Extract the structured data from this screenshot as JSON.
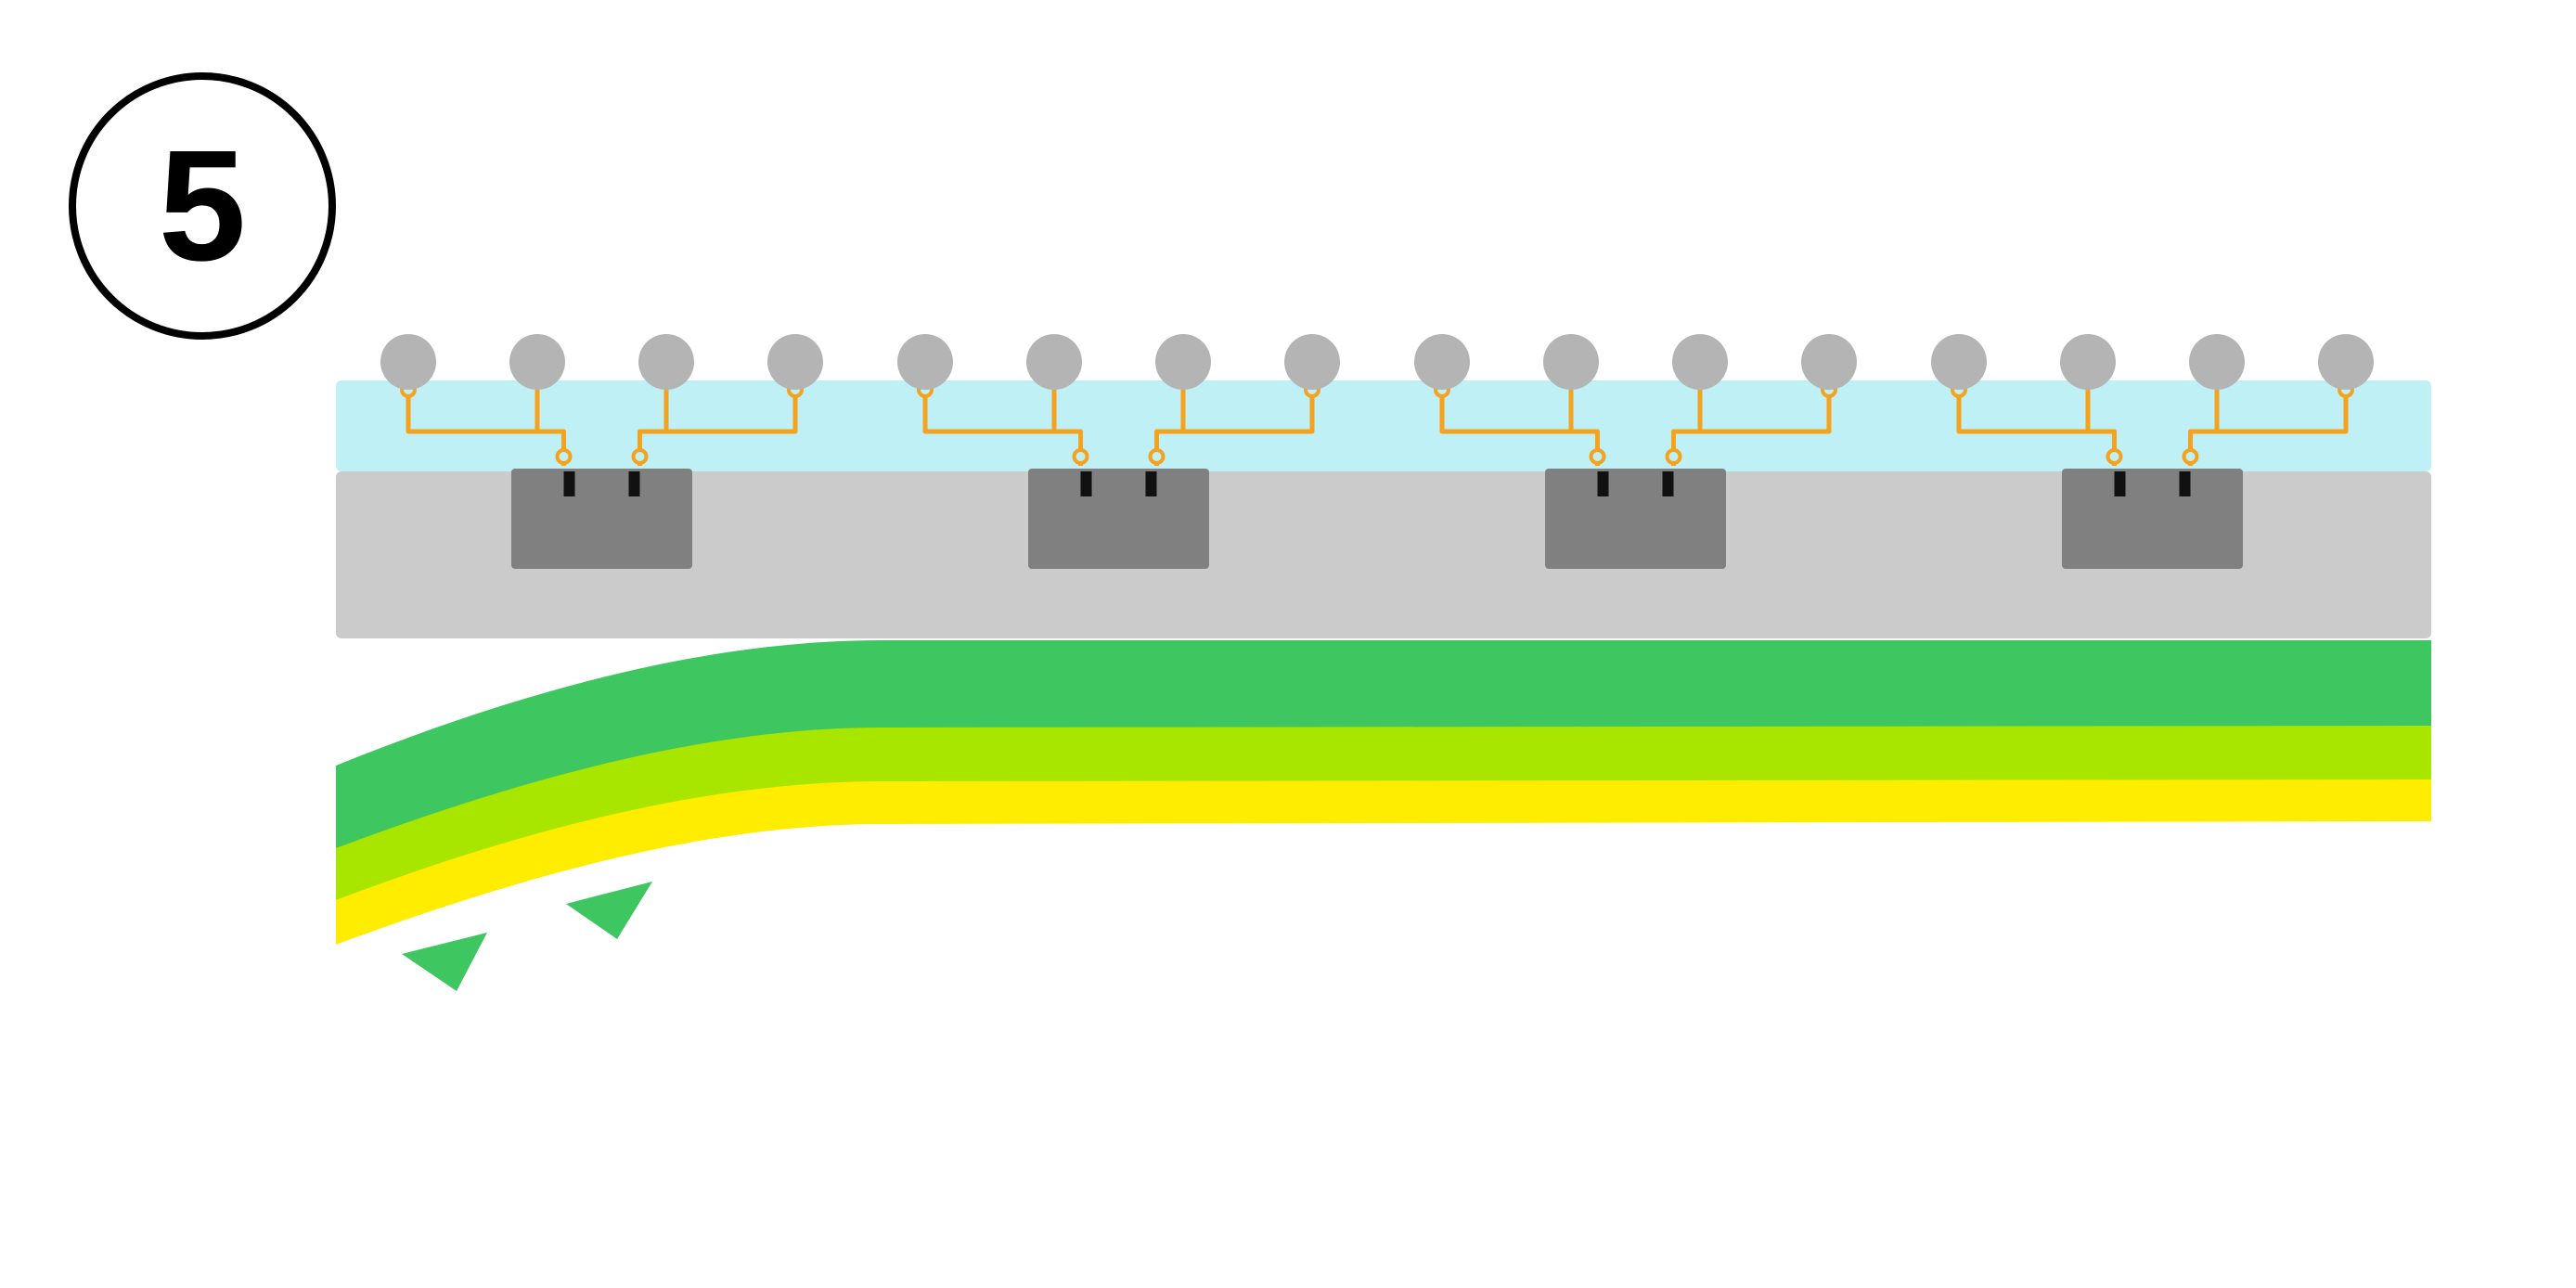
{
  "diagram": {
    "step_label": "5",
    "colors": {
      "background": "#ffffff",
      "outline": "#000000",
      "solder_ball": "#b4b4b4",
      "redistribution_layer": "#bef0f6",
      "mold_body": "#cbcbcb",
      "die": "#808080",
      "die_pad": "#111111",
      "trace": "#f5a21e",
      "carrier_green": "#3ec660",
      "carrier_lime": "#a8e600",
      "carrier_yellow": "#ffed00",
      "peel_arrow": "#3ec660"
    },
    "die_count": 4,
    "balls_per_die": 4,
    "shapes": {
      "step_circle": "circle",
      "solder_ball": "circle",
      "peel_arrow": "triangle"
    }
  }
}
